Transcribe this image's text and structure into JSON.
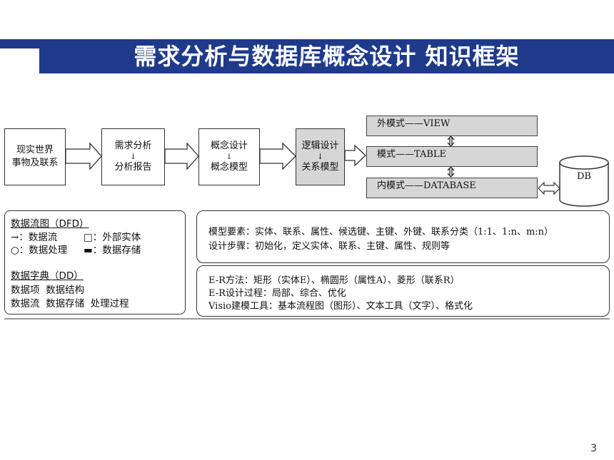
{
  "slide": {
    "title": "需求分析与数据库概念设计 知识框架",
    "page_number": "3",
    "title_bar_color": "#1f3a8a"
  },
  "flow": {
    "real_world": [
      "现实世界",
      "事物及联系"
    ],
    "requirement": {
      "top": "需求分析",
      "bottom": "分析报告"
    },
    "concept": {
      "top": "概念设计",
      "bottom": "概念模型"
    },
    "logic": {
      "top": "逻辑设计",
      "bottom": "关系模型"
    },
    "down_arrow": "↓",
    "schemas": {
      "external": "外模式——VIEW",
      "mode": "模式——TABLE",
      "internal": "内模式——DATABASE"
    },
    "db": "DB"
  },
  "dfd": {
    "heading": "数据流图（DFD）",
    "row1_a": "→：数据流",
    "row1_b": "□：外部实体",
    "row2_a": "○：数据处理",
    "row2_b": "▬：数据存储"
  },
  "dd": {
    "heading": "数据字典（DD）",
    "line1": "数据项  数据结构",
    "line2": "数据流  数据存储  处理过程"
  },
  "model": {
    "elements": "模型要素：实体、联系、属性、候选键、主键、外键、联系分类（1:1、1:n、m:n）",
    "steps": "设计步骤：初始化，定义实体、联系、主键、属性、规则等"
  },
  "er": {
    "method": "E-R方法：矩形（实体E）、椭圆形（属性A）、菱形（联系R）",
    "process": "E-R设计过程：局部、综合、优化",
    "visio": "Visio建模工具：基本流程图（图形）、文本工具（文字）、格式化"
  }
}
